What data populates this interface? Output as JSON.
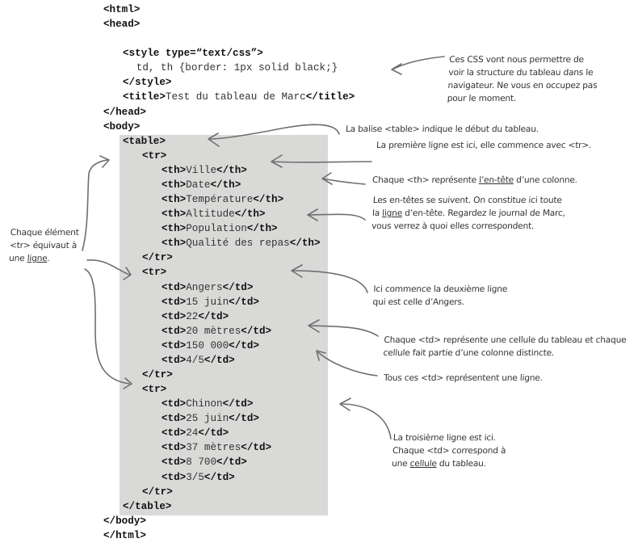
{
  "code": {
    "lines": [
      {
        "indent": 0,
        "parts": [
          {
            "t": "tag",
            "v": "<html>"
          }
        ]
      },
      {
        "indent": 0,
        "parts": [
          {
            "t": "tag",
            "v": "<head>"
          }
        ]
      },
      {
        "indent": 0,
        "parts": []
      },
      {
        "indent": 1,
        "parts": [
          {
            "t": "tag",
            "v": "<style type=“text/css”>"
          }
        ]
      },
      {
        "indent": 1.7,
        "parts": [
          {
            "t": "txt",
            "v": "td, th {border: 1px solid black;}"
          }
        ]
      },
      {
        "indent": 1,
        "parts": [
          {
            "t": "tag",
            "v": "</style>"
          }
        ]
      },
      {
        "indent": 1,
        "parts": [
          {
            "t": "tag",
            "v": "<title>"
          },
          {
            "t": "txt",
            "v": "Test du tableau de Marc"
          },
          {
            "t": "tag",
            "v": "</title>"
          }
        ]
      },
      {
        "indent": 0,
        "parts": [
          {
            "t": "tag",
            "v": "</head>"
          }
        ]
      },
      {
        "indent": 0,
        "parts": [
          {
            "t": "tag",
            "v": "<body>"
          }
        ]
      },
      {
        "indent": 1,
        "parts": [
          {
            "t": "tag",
            "v": "<table>"
          }
        ]
      },
      {
        "indent": 2,
        "parts": [
          {
            "t": "tag",
            "v": "<tr>"
          }
        ]
      },
      {
        "indent": 3,
        "parts": [
          {
            "t": "tag",
            "v": "<th>"
          },
          {
            "t": "txt",
            "v": "Ville"
          },
          {
            "t": "tag",
            "v": "</th>"
          }
        ]
      },
      {
        "indent": 3,
        "parts": [
          {
            "t": "tag",
            "v": "<th>"
          },
          {
            "t": "txt",
            "v": "Date"
          },
          {
            "t": "tag",
            "v": "</th>"
          }
        ]
      },
      {
        "indent": 3,
        "parts": [
          {
            "t": "tag",
            "v": "<th>"
          },
          {
            "t": "txt",
            "v": "Température"
          },
          {
            "t": "tag",
            "v": "</th>"
          }
        ]
      },
      {
        "indent": 3,
        "parts": [
          {
            "t": "tag",
            "v": "<th>"
          },
          {
            "t": "txt",
            "v": "Altitude"
          },
          {
            "t": "tag",
            "v": "</th>"
          }
        ]
      },
      {
        "indent": 3,
        "parts": [
          {
            "t": "tag",
            "v": "<th>"
          },
          {
            "t": "txt",
            "v": "Population"
          },
          {
            "t": "tag",
            "v": "</th>"
          }
        ]
      },
      {
        "indent": 3,
        "parts": [
          {
            "t": "tag",
            "v": "<th>"
          },
          {
            "t": "txt",
            "v": "Qualité des repas"
          },
          {
            "t": "tag",
            "v": "</th>"
          }
        ]
      },
      {
        "indent": 2,
        "parts": [
          {
            "t": "tag",
            "v": "</tr>"
          }
        ]
      },
      {
        "indent": 2,
        "parts": [
          {
            "t": "tag",
            "v": "<tr>"
          }
        ]
      },
      {
        "indent": 3,
        "parts": [
          {
            "t": "tag",
            "v": "<td>"
          },
          {
            "t": "txt",
            "v": "Angers"
          },
          {
            "t": "tag",
            "v": "</td>"
          }
        ]
      },
      {
        "indent": 3,
        "parts": [
          {
            "t": "tag",
            "v": "<td>"
          },
          {
            "t": "txt",
            "v": "15 juin"
          },
          {
            "t": "tag",
            "v": "</td>"
          }
        ]
      },
      {
        "indent": 3,
        "parts": [
          {
            "t": "tag",
            "v": "<td>"
          },
          {
            "t": "txt",
            "v": "22"
          },
          {
            "t": "tag",
            "v": "</td>"
          }
        ]
      },
      {
        "indent": 3,
        "parts": [
          {
            "t": "tag",
            "v": "<td>"
          },
          {
            "t": "txt",
            "v": "20 mètres"
          },
          {
            "t": "tag",
            "v": "</td>"
          }
        ]
      },
      {
        "indent": 3,
        "parts": [
          {
            "t": "tag",
            "v": "<td>"
          },
          {
            "t": "txt",
            "v": "150 000"
          },
          {
            "t": "tag",
            "v": "</td>"
          }
        ]
      },
      {
        "indent": 3,
        "parts": [
          {
            "t": "tag",
            "v": "<td>"
          },
          {
            "t": "txt",
            "v": "4/5"
          },
          {
            "t": "tag",
            "v": "</td>"
          }
        ]
      },
      {
        "indent": 2,
        "parts": [
          {
            "t": "tag",
            "v": "</tr>"
          }
        ]
      },
      {
        "indent": 2,
        "parts": [
          {
            "t": "tag",
            "v": "<tr>"
          }
        ]
      },
      {
        "indent": 3,
        "parts": [
          {
            "t": "tag",
            "v": "<td>"
          },
          {
            "t": "txt",
            "v": "Chinon"
          },
          {
            "t": "tag",
            "v": "</td>"
          }
        ]
      },
      {
        "indent": 3,
        "parts": [
          {
            "t": "tag",
            "v": "<td>"
          },
          {
            "t": "txt",
            "v": "25 juin"
          },
          {
            "t": "tag",
            "v": "</td>"
          }
        ]
      },
      {
        "indent": 3,
        "parts": [
          {
            "t": "tag",
            "v": "<td>"
          },
          {
            "t": "txt",
            "v": "24"
          },
          {
            "t": "tag",
            "v": "</td>"
          }
        ]
      },
      {
        "indent": 3,
        "parts": [
          {
            "t": "tag",
            "v": "<td>"
          },
          {
            "t": "txt",
            "v": "37 mètres"
          },
          {
            "t": "tag",
            "v": "</td>"
          }
        ]
      },
      {
        "indent": 3,
        "parts": [
          {
            "t": "tag",
            "v": "<td>"
          },
          {
            "t": "txt",
            "v": "8 700"
          },
          {
            "t": "tag",
            "v": "</td>"
          }
        ]
      },
      {
        "indent": 3,
        "parts": [
          {
            "t": "tag",
            "v": "<td>"
          },
          {
            "t": "txt",
            "v": "3/5"
          },
          {
            "t": "tag",
            "v": "</td>"
          }
        ]
      },
      {
        "indent": 2,
        "parts": [
          {
            "t": "tag",
            "v": "</tr>"
          }
        ]
      },
      {
        "indent": 1,
        "parts": [
          {
            "t": "tag",
            "v": "</table>"
          }
        ]
      },
      {
        "indent": 0,
        "parts": [
          {
            "t": "tag",
            "v": "</body>"
          }
        ]
      },
      {
        "indent": 0,
        "parts": [
          {
            "t": "tag",
            "v": "</html>"
          }
        ]
      }
    ]
  },
  "annotations": {
    "css_note": [
      "Ces CSS vont nous permettre de",
      "voir la structure du tableau dans le",
      "navigateur. Ne vous en occupez pas",
      "pour le moment."
    ],
    "table_note": [
      "La balise <table> indique le début du tableau."
    ],
    "first_row_note": [
      "La première ligne est ici, elle commence avec <tr>."
    ],
    "th_note": {
      "before": "Chaque <th> représente ",
      "underlined": "l’en-tête",
      "after": " d’une colonne."
    },
    "header_row_note": {
      "line1": "Les en-têtes se suivent. On constitue ici toute",
      "line2_before": "la ",
      "line2_underlined": "ligne",
      "line2_after": " d’en-tête. Regardez le journal de Marc,",
      "line3": "vous verrez à quoi elles correspondent."
    },
    "tr_note": {
      "line1": "Chaque élément",
      "line2": "<tr> équivaut à",
      "line3_before": "une ",
      "line3_underlined": "ligne",
      "line3_after": "."
    },
    "second_row_note": [
      "Ici commence la deuxième ligne",
      "qui est celle d’Angers."
    ],
    "td_cell_note": [
      "Chaque <td> représente une cellule du tableau et chaque",
      "cellule fait partie d’une colonne distincte."
    ],
    "td_row_note": [
      "Tous ces <td> représentent une ligne."
    ],
    "third_row_note": {
      "line1": "La troisième ligne est ici.",
      "line2": "Chaque <td> correspond à",
      "line3_before": "une ",
      "line3_underlined": "cellule",
      "line3_after": " du tableau."
    }
  },
  "colors": {
    "shade": "#d9dad8",
    "arrow": "#6f6f6f",
    "text": "#333333"
  }
}
